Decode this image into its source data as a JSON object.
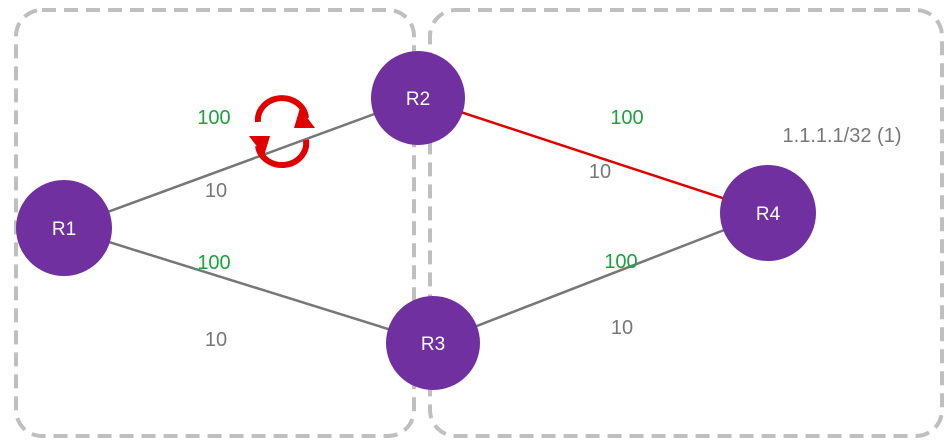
{
  "colors": {
    "node": "#7030a0",
    "link": "#777777",
    "highlight": "#e00000",
    "cost_green": "#1aa33a",
    "cost_gray": "#777777",
    "area_border": "#bfbfbf"
  },
  "nodes": {
    "r1": "R1",
    "r2": "R2",
    "r3": "R3",
    "r4": "R4"
  },
  "links": {
    "r1_r2": {
      "cost_a": "100",
      "cost_b": "10"
    },
    "r1_r3": {
      "cost_a": "100",
      "cost_b": "10"
    },
    "r2_r4": {
      "cost_a": "100",
      "cost_b": "10"
    },
    "r3_r4": {
      "cost_a": "100",
      "cost_b": "10"
    }
  },
  "r4_prefix": "1.1.1.1/32 (1)",
  "icons": {
    "loop": "loop-arrows-icon"
  }
}
